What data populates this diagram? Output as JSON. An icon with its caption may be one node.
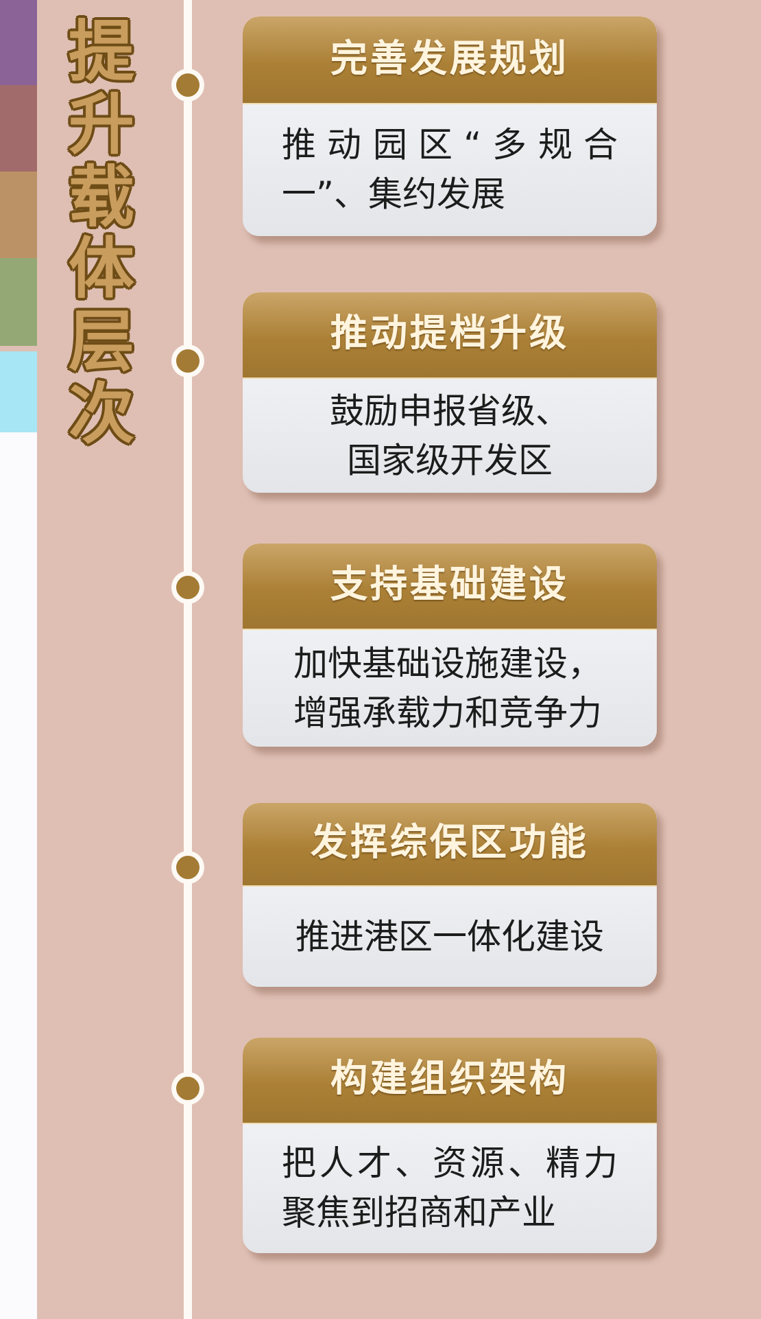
{
  "diagram": {
    "title": "提升载体层次",
    "nodes": [
      {
        "text": [
          "完善发展规划",
          "推动园区“多规合一”、集约发展"
        ]
      },
      {
        "text": [
          "推动提档升级",
          "鼓励申报省级、国家级开发区"
        ]
      },
      {
        "text": [
          "支持基础建设",
          "加快基础设施建设，增强承载力和竞争力"
        ]
      },
      {
        "text": [
          "发挥综保区功能",
          "推进港区一体化建设"
        ]
      },
      {
        "text": [
          "构建组织架构",
          "把人才、资源、精力聚焦到招商和产业"
        ]
      }
    ]
  }
}
